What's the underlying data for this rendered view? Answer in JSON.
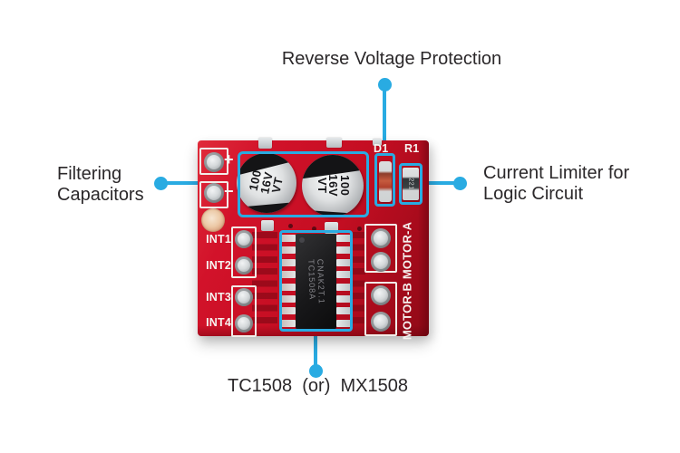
{
  "accent": "#29abe2",
  "background": "#ffffff",
  "text_color": "#2b282a",
  "board_color": "#c40e22",
  "callouts": {
    "reverse_voltage": "Reverse Voltage Protection",
    "filtering_line1": "Filtering",
    "filtering_line2": "Capacitors",
    "current_limiter_line1": "Current Limiter for",
    "current_limiter_line2": "Logic Circuit",
    "chip": "TC1508  (or)  MX1508"
  },
  "board": {
    "plus": "+",
    "minus": "−",
    "d1_label": "D1",
    "r1_label": "R1",
    "resistor_code": "221",
    "capacitor_text": [
      "100",
      "16V",
      "VT"
    ],
    "ic_text_line1": "TC1508A",
    "ic_text_line2": "CNAK2T.1",
    "input_pins": [
      "INT1",
      "INT2",
      "INT3",
      "INT4"
    ],
    "motor_label": "MOTOR-B MOTOR-A"
  }
}
